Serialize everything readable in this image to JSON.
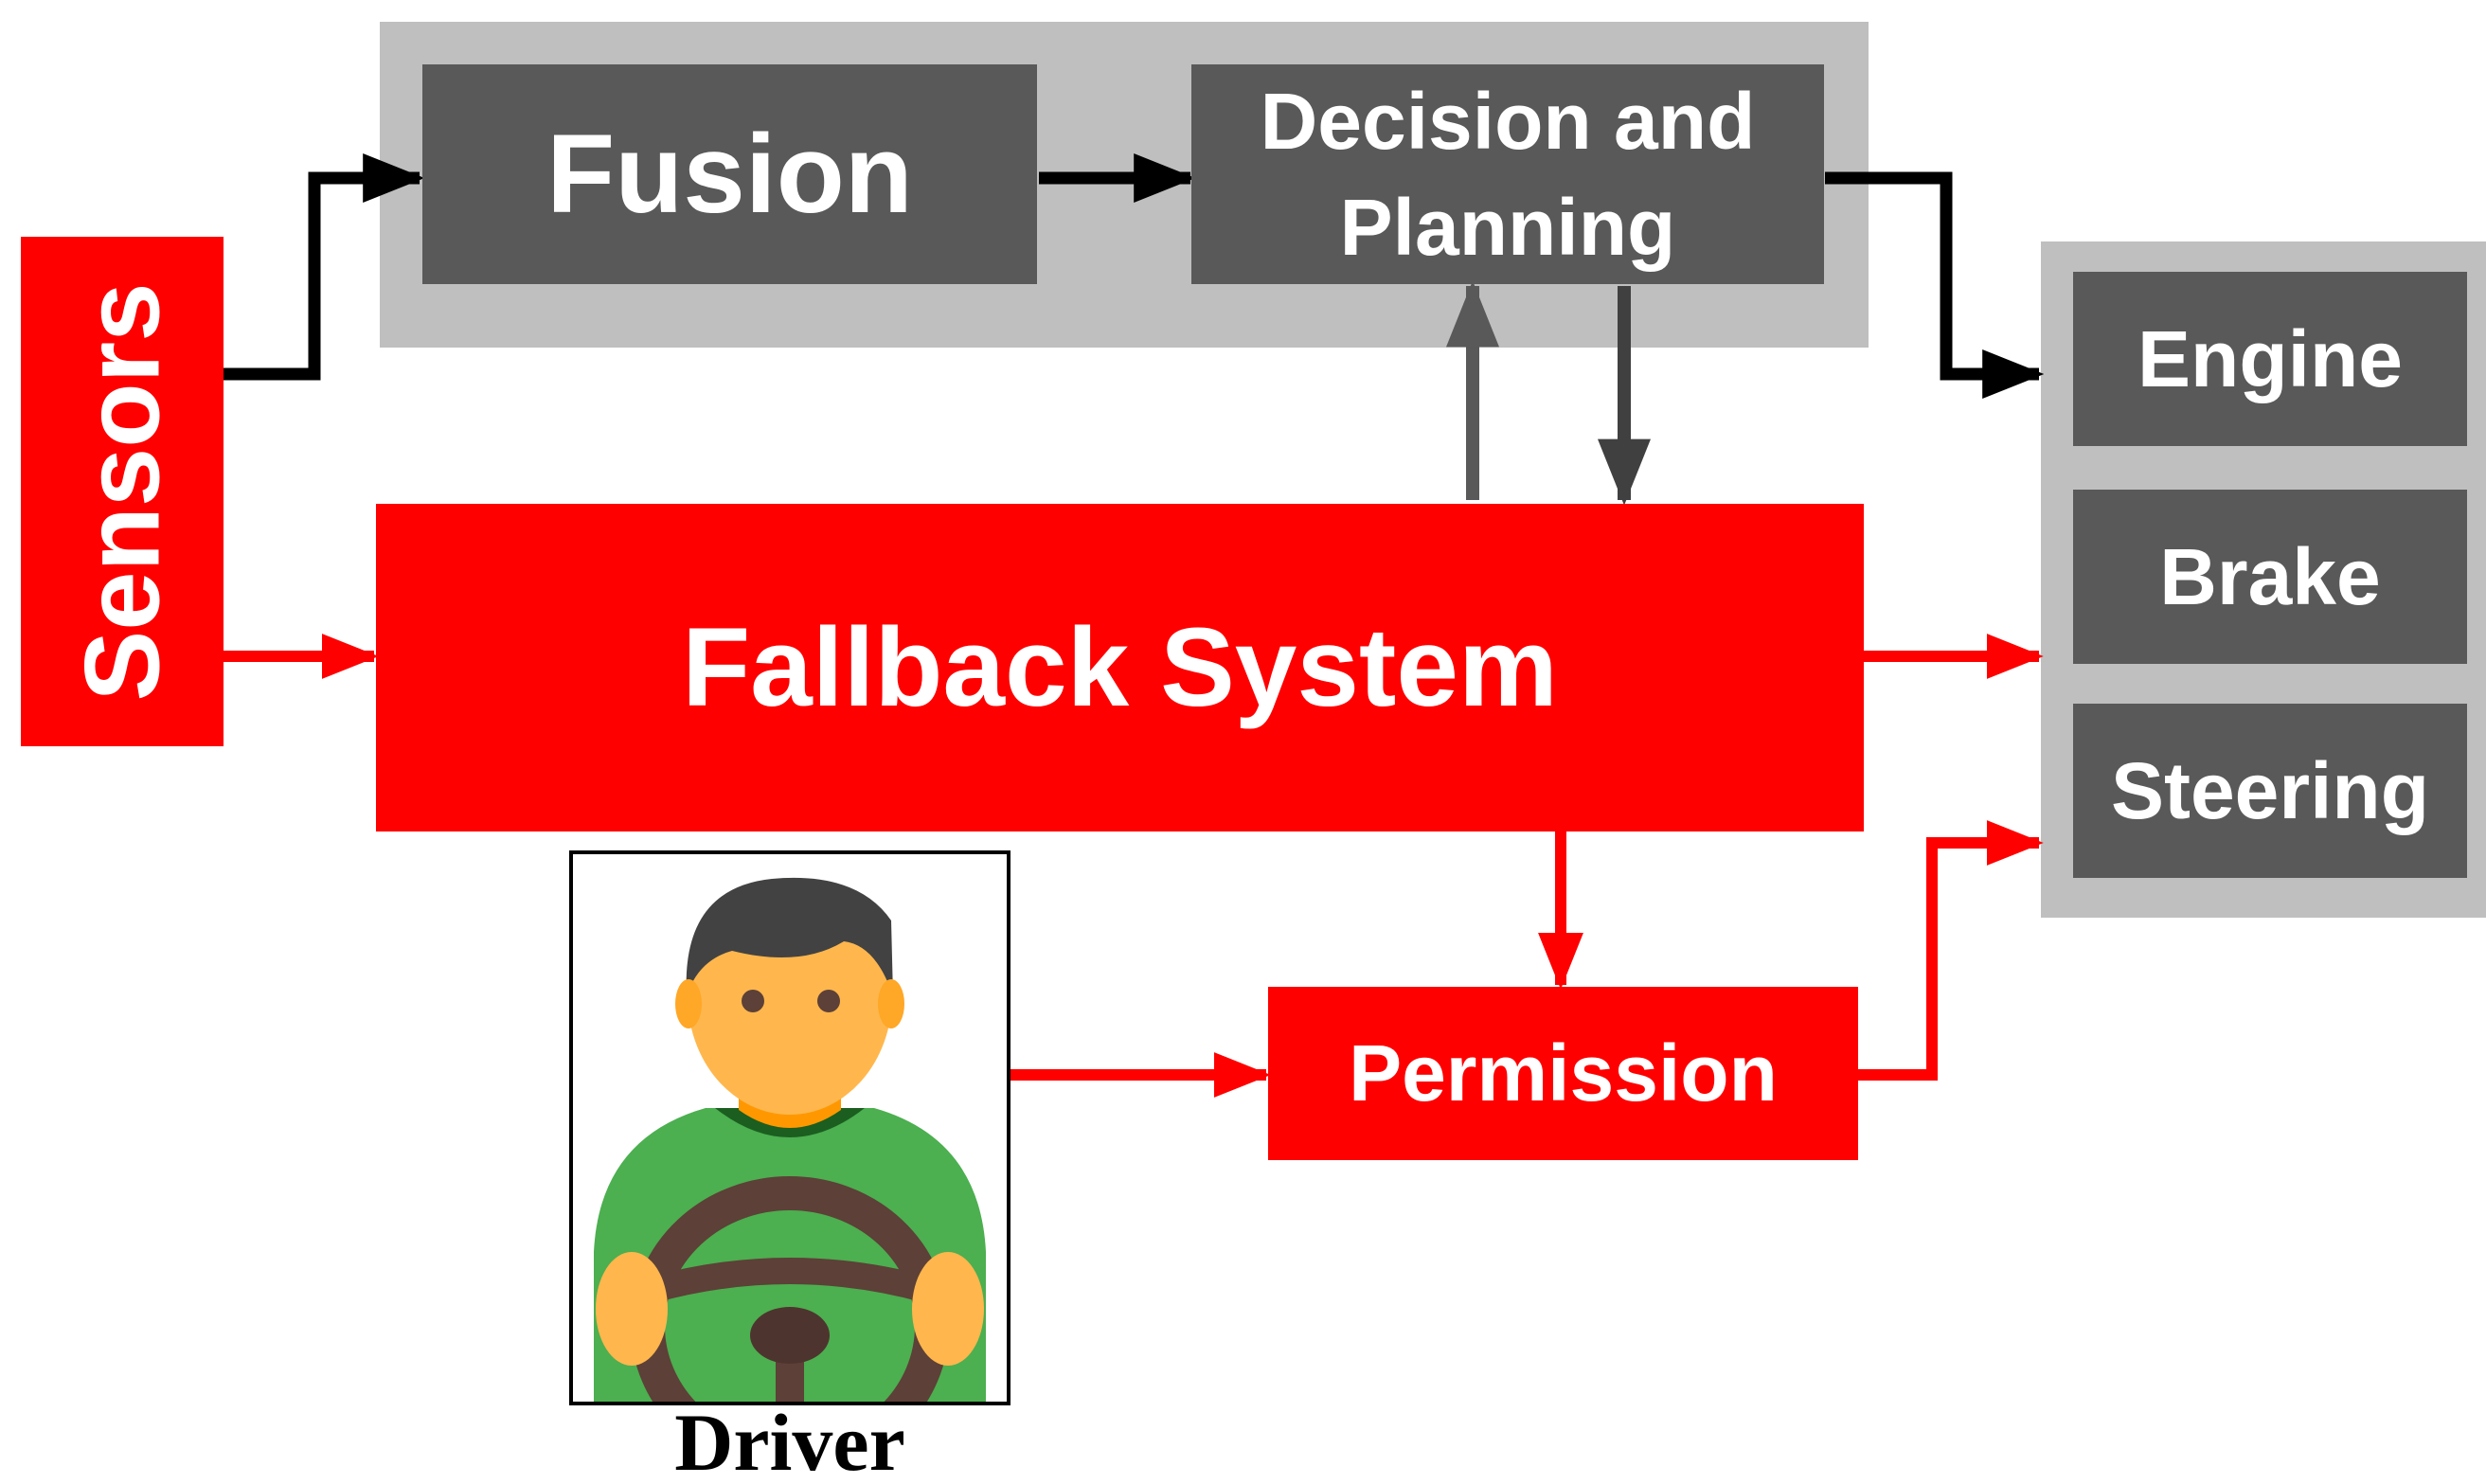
{
  "diagram": {
    "nodes": {
      "sensors": "Sensors",
      "fusion": "Fusion",
      "decision_line1": "Decision and",
      "decision_line2": "Planning",
      "fallback": "Fallback System",
      "permission": "Permission",
      "engine": "Engine",
      "brake": "Brake",
      "steering": "Steering",
      "driver": "Driver"
    },
    "icons": {
      "driver": "driver-with-steering-wheel-icon"
    },
    "edges": [
      {
        "from": "Sensors",
        "to": "Fusion",
        "color": "#000000"
      },
      {
        "from": "Fusion",
        "to": "Decision and Planning",
        "color": "#000000"
      },
      {
        "from": "Decision and Planning",
        "to": "Engine",
        "color": "#000000"
      },
      {
        "from": "Fallback System",
        "to": "Decision and Planning",
        "color": "#595959"
      },
      {
        "from": "Decision and Planning",
        "to": "Fallback System",
        "color": "#404040"
      },
      {
        "from": "Sensors",
        "to": "Fallback System",
        "color": "#ff0000"
      },
      {
        "from": "Fallback System",
        "to": "Brake",
        "color": "#ff0000"
      },
      {
        "from": "Fallback System",
        "to": "Permission",
        "color": "#ff0000"
      },
      {
        "from": "Driver",
        "to": "Permission",
        "color": "#ff0000"
      },
      {
        "from": "Permission",
        "to": "Steering",
        "color": "#ff0000"
      }
    ],
    "colors": {
      "red": "#ff0000",
      "dark_box": "#595959",
      "panel": "#bfbfbf",
      "black_arrow": "#000000",
      "grey_arrow": "#595959",
      "dark_arrow": "#404040"
    }
  }
}
